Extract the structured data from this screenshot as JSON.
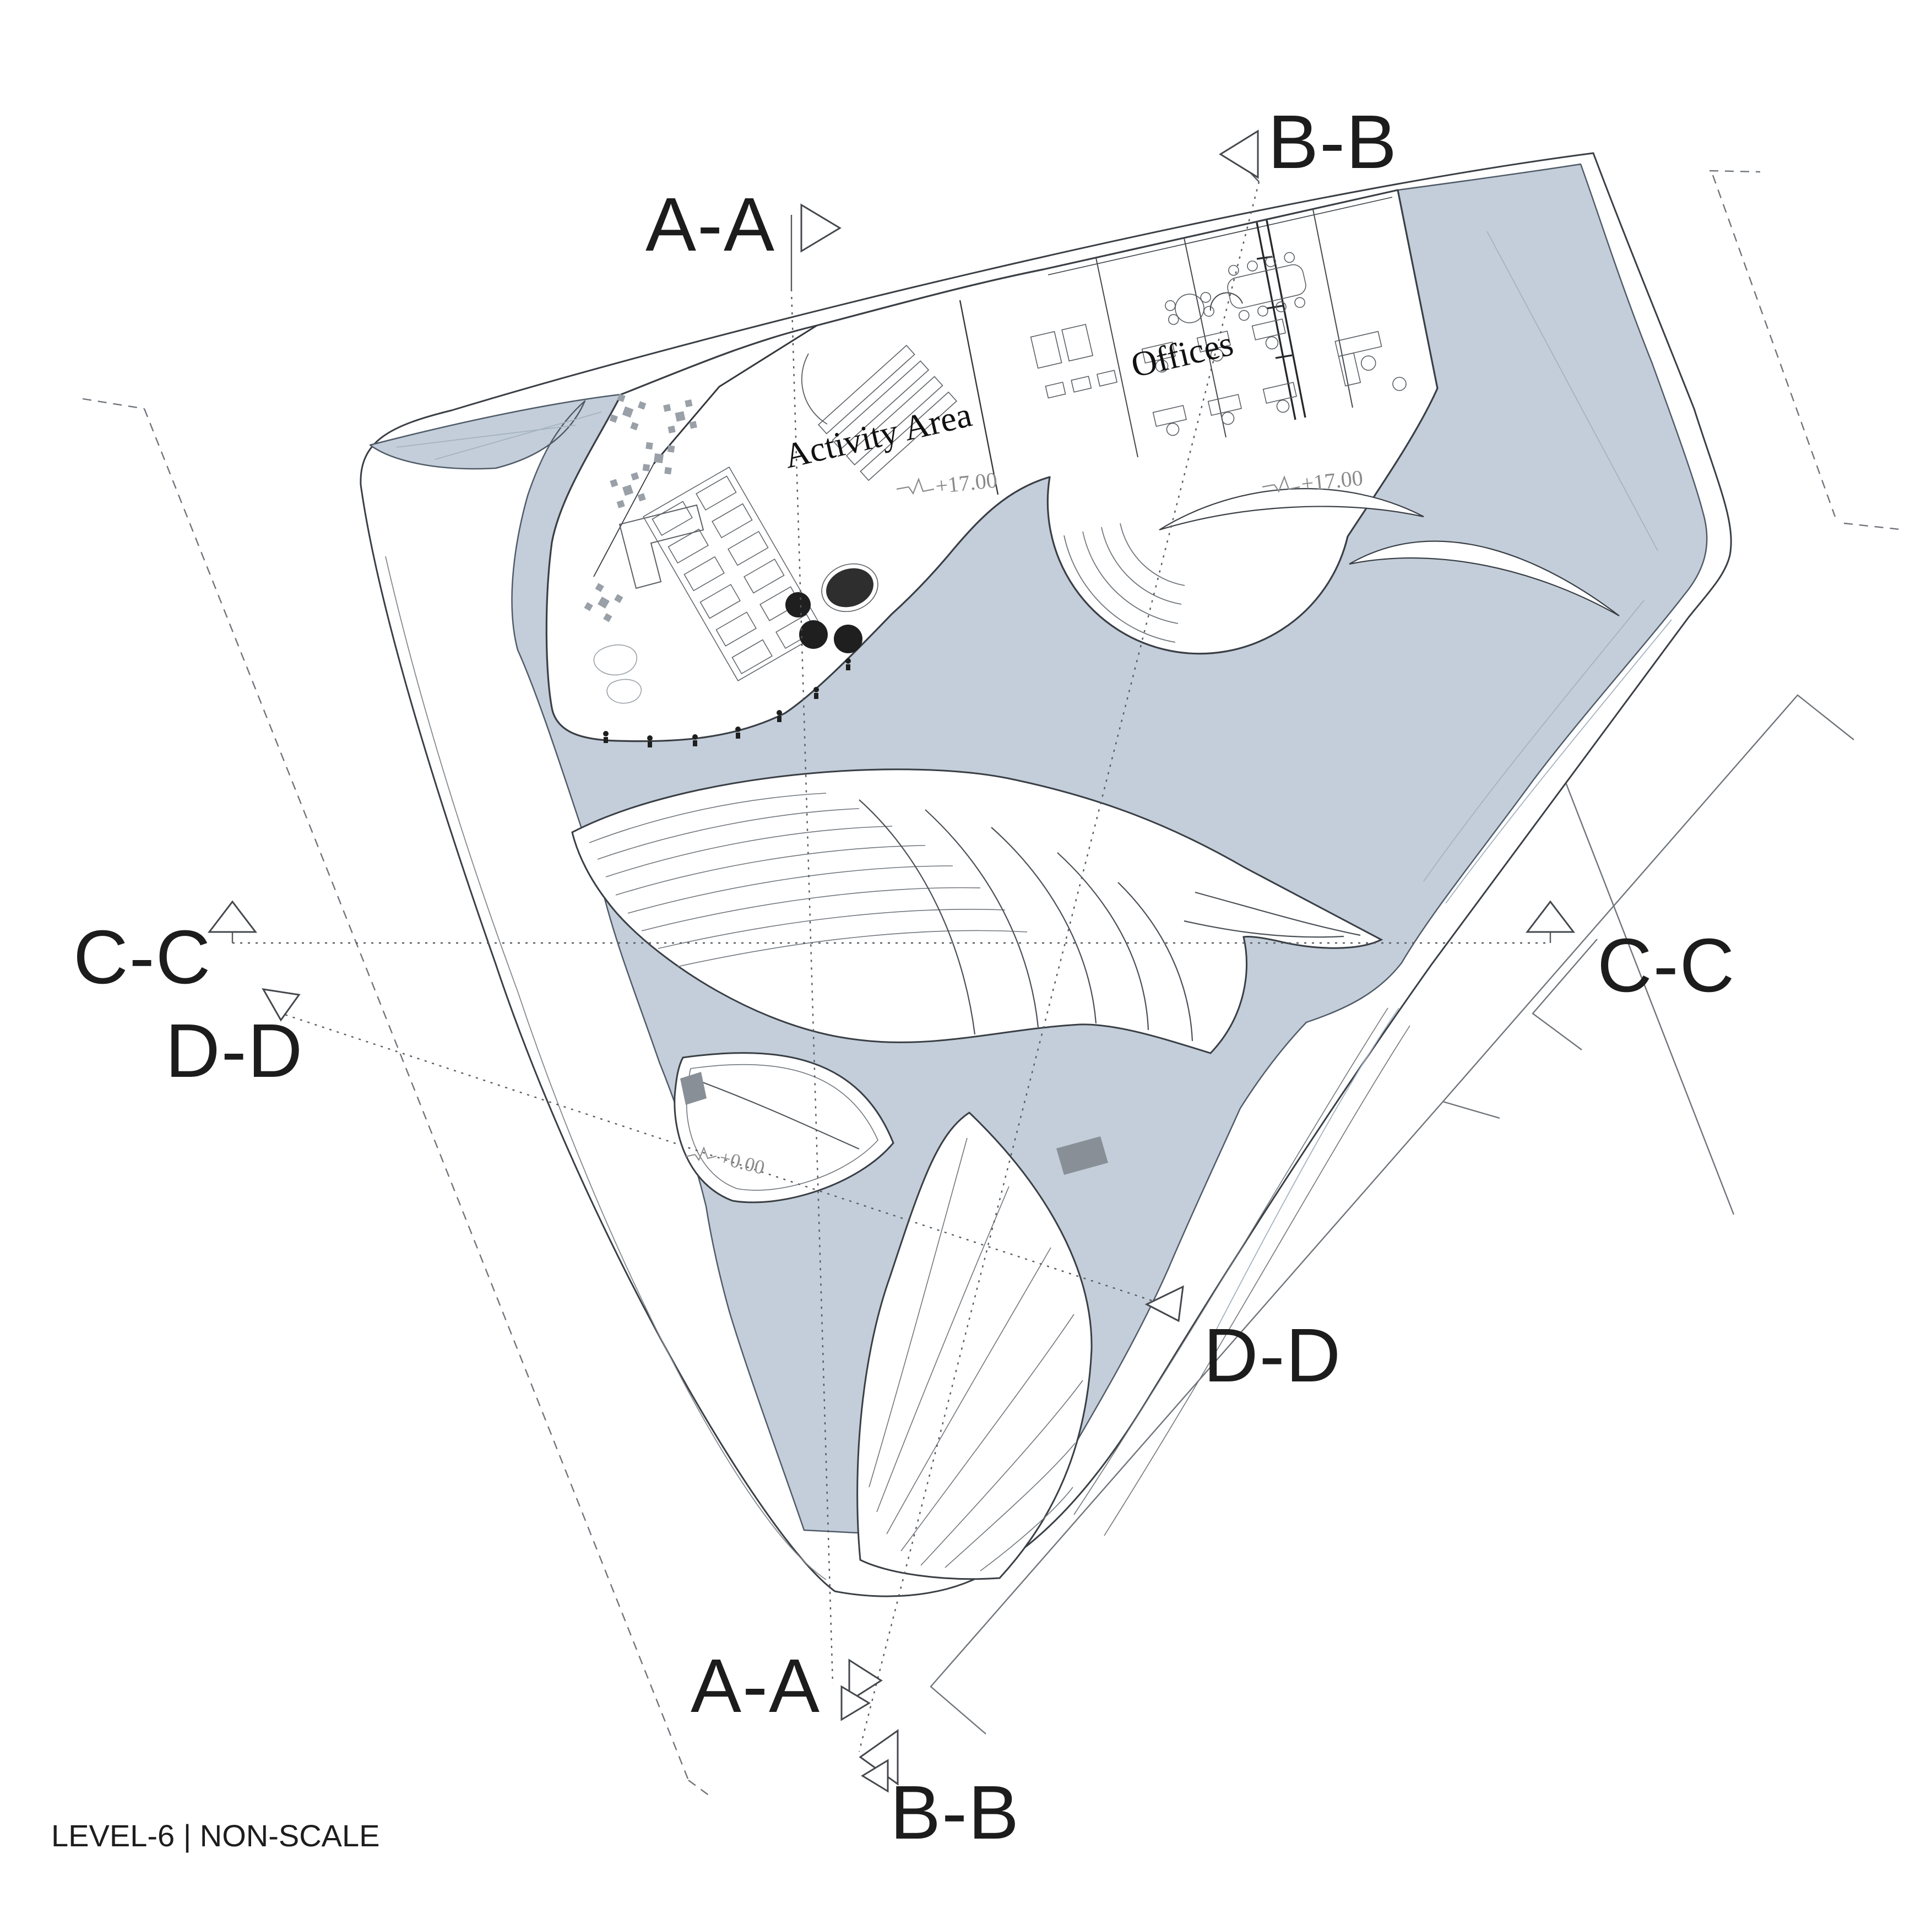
{
  "page": {
    "background": "#ffffff",
    "footer": {
      "level_label": "LEVEL-6 | NON-SCALE"
    }
  },
  "drawing": {
    "type": "architectural-floor-plan",
    "section_markers": {
      "aa": {
        "label": "A-A",
        "occurrences": 2
      },
      "bb": {
        "label": "B-B",
        "occurrences": 2
      },
      "cc": {
        "label": "C-C",
        "occurrences": 2
      },
      "dd": {
        "label": "D-D",
        "occurrences": 2
      }
    },
    "rooms": {
      "offices": "Offices",
      "activity_area": "Activity Area"
    },
    "annotations": {
      "level_plus17": "+17.00",
      "level_plus0": "+0.00"
    },
    "colors": {
      "water_fill": "#c3ceda",
      "outline_dark": "#3a3f45",
      "line_thin": "#6f747a",
      "fold_line_light": "#a5b2c1",
      "label_color": "#1c1c1c"
    }
  }
}
